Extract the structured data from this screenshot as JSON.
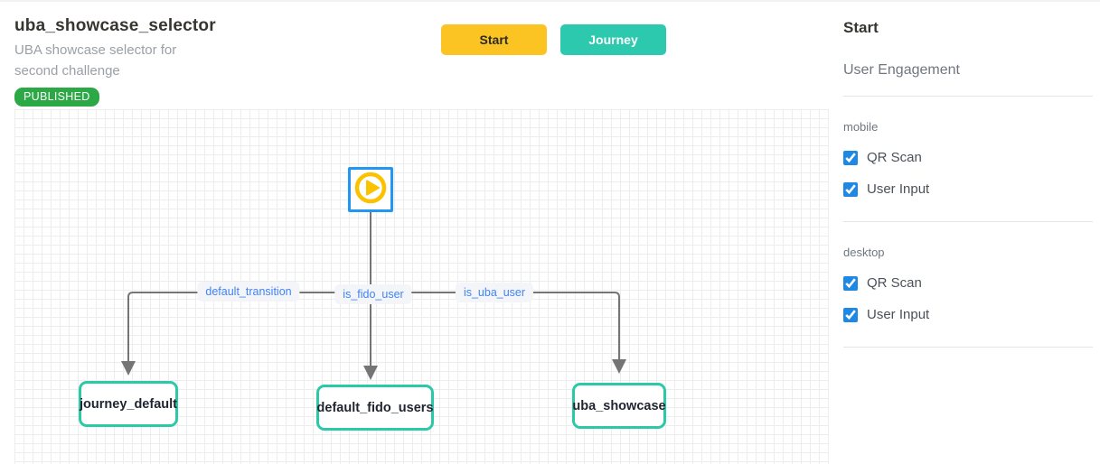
{
  "header": {
    "title": "uba_showcase_selector",
    "subtitle": "UBA showcase selector for second challenge",
    "status_badge": "PUBLISHED"
  },
  "toolbar": {
    "start_label": "Start",
    "journey_label": "Journey"
  },
  "canvas": {
    "start_node": {
      "icon": "play-icon",
      "selected": true
    },
    "edges": [
      {
        "label": "default_transition",
        "from": "start",
        "to": "journey_default"
      },
      {
        "label": "is_fido_user",
        "from": "start",
        "to": "default_fido_users"
      },
      {
        "label": "is_uba_user",
        "from": "start",
        "to": "uba_showcase"
      }
    ],
    "nodes": [
      {
        "label": "journey_default"
      },
      {
        "label": "default_fido_users"
      },
      {
        "label": "uba_showcase"
      }
    ]
  },
  "sidebar": {
    "title": "Start",
    "subtitle": "User Engagement",
    "sections": [
      {
        "label": "mobile",
        "options": [
          {
            "label": "QR Scan",
            "checked": true
          },
          {
            "label": "User Input",
            "checked": true
          }
        ]
      },
      {
        "label": "desktop",
        "options": [
          {
            "label": "QR Scan",
            "checked": true
          },
          {
            "label": "User Input",
            "checked": true
          }
        ]
      }
    ]
  },
  "colors": {
    "start_button": "#FCC423",
    "journey_button": "#2CC9AE",
    "node_border": "#2CC9A9",
    "published_badge": "#2DA846",
    "selection_blue": "#2196F3",
    "play_icon_yellow": "#FCC200",
    "edge_label_text": "#3F83F8",
    "checkbox_blue": "#1E88E5",
    "connector_gray": "#757575"
  }
}
